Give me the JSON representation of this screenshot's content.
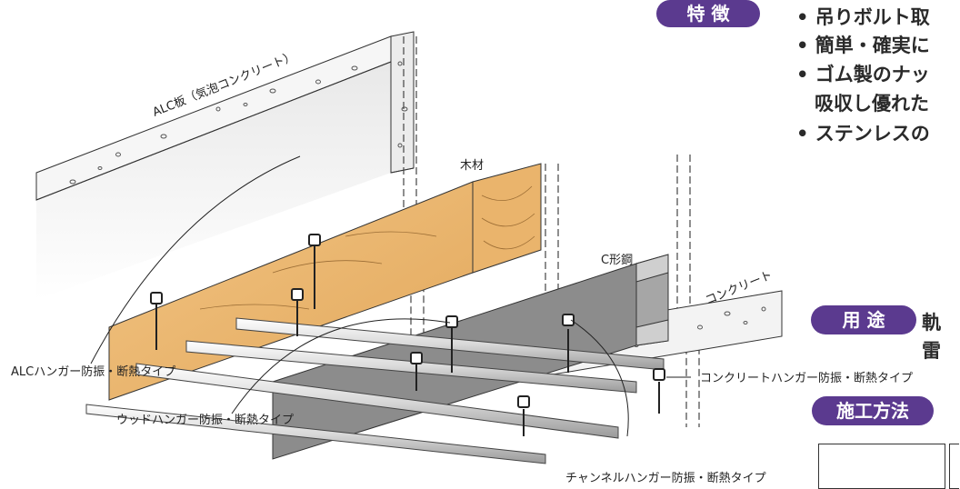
{
  "diagram": {
    "materials": {
      "alc": "ALC板（気泡コンクリート）",
      "wood": "木材",
      "c_steel": "C形鋼",
      "concrete": "コンクリート"
    },
    "callouts": {
      "alc_hanger": "ALCハンガー防振・断熱タイプ",
      "wood_hanger": "ウッドハンガー防振・断熱タイプ",
      "channel_hanger": "チャンネルハンガー防振・断熱タイプ",
      "concrete_hanger": "コンクリートハンガー防振・断熱タイプ"
    }
  },
  "features": {
    "badge": "特 徴",
    "items": [
      "• 吊りボルト取",
      "• 簡単・確実に",
      "• ゴム製のナッ",
      "吸収し優れた",
      "• ステンレスの"
    ]
  },
  "uses": {
    "badge": "用 途",
    "lines": [
      "軌",
      "雷"
    ]
  },
  "method": {
    "badge": "施工方法"
  },
  "colors": {
    "badge_purple": "#5b3a8f",
    "wood": "#e9b56d",
    "steel": "#8c8c8c",
    "concrete": "#f1f1f1"
  }
}
